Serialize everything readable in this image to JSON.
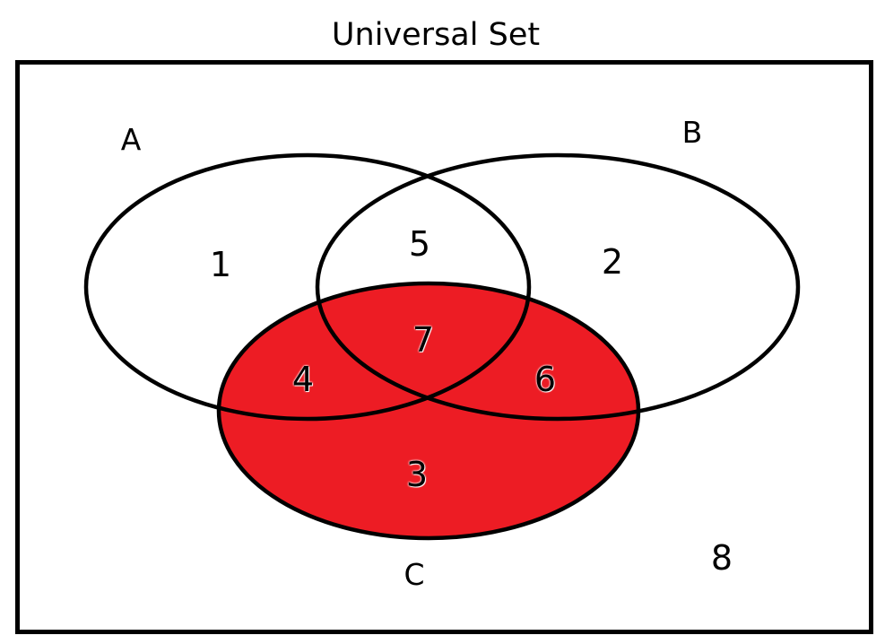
{
  "title": "Universal Set",
  "colors": {
    "set_c_fill": "#ED1C24",
    "outline": "#000000",
    "background": "#FFFFFF"
  },
  "sets": {
    "a_label": "A",
    "b_label": "B",
    "c_label": "C"
  },
  "regions": {
    "a_only": "1",
    "b_only": "2",
    "c_only": "3",
    "a_c_overlap": "4",
    "a_b_overlap": "5",
    "b_c_overlap": "6",
    "a_b_c_overlap": "7",
    "outside_sets": "8"
  }
}
